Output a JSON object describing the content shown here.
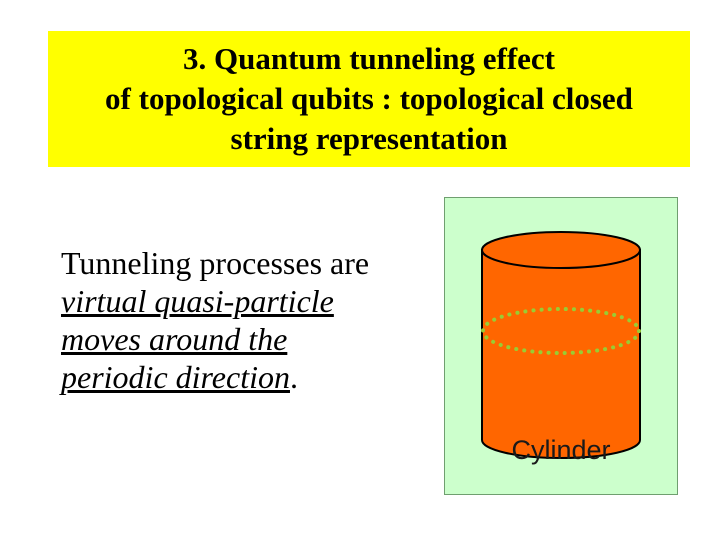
{
  "title": {
    "line1": "3.   Quantum tunneling effect",
    "line2": "of topological qubits : topological closed",
    "line3": "string representation"
  },
  "body": {
    "line1": "Tunneling processes are",
    "line2": "virtual quasi-particle",
    "line3": "moves around the",
    "line4": "periodic direction",
    "line4_punct": "."
  },
  "figure": {
    "caption": "Cylinder",
    "colors": {
      "background": "#ccffcc",
      "cylinder": "#ff6600",
      "loop": "#99cc33"
    }
  }
}
